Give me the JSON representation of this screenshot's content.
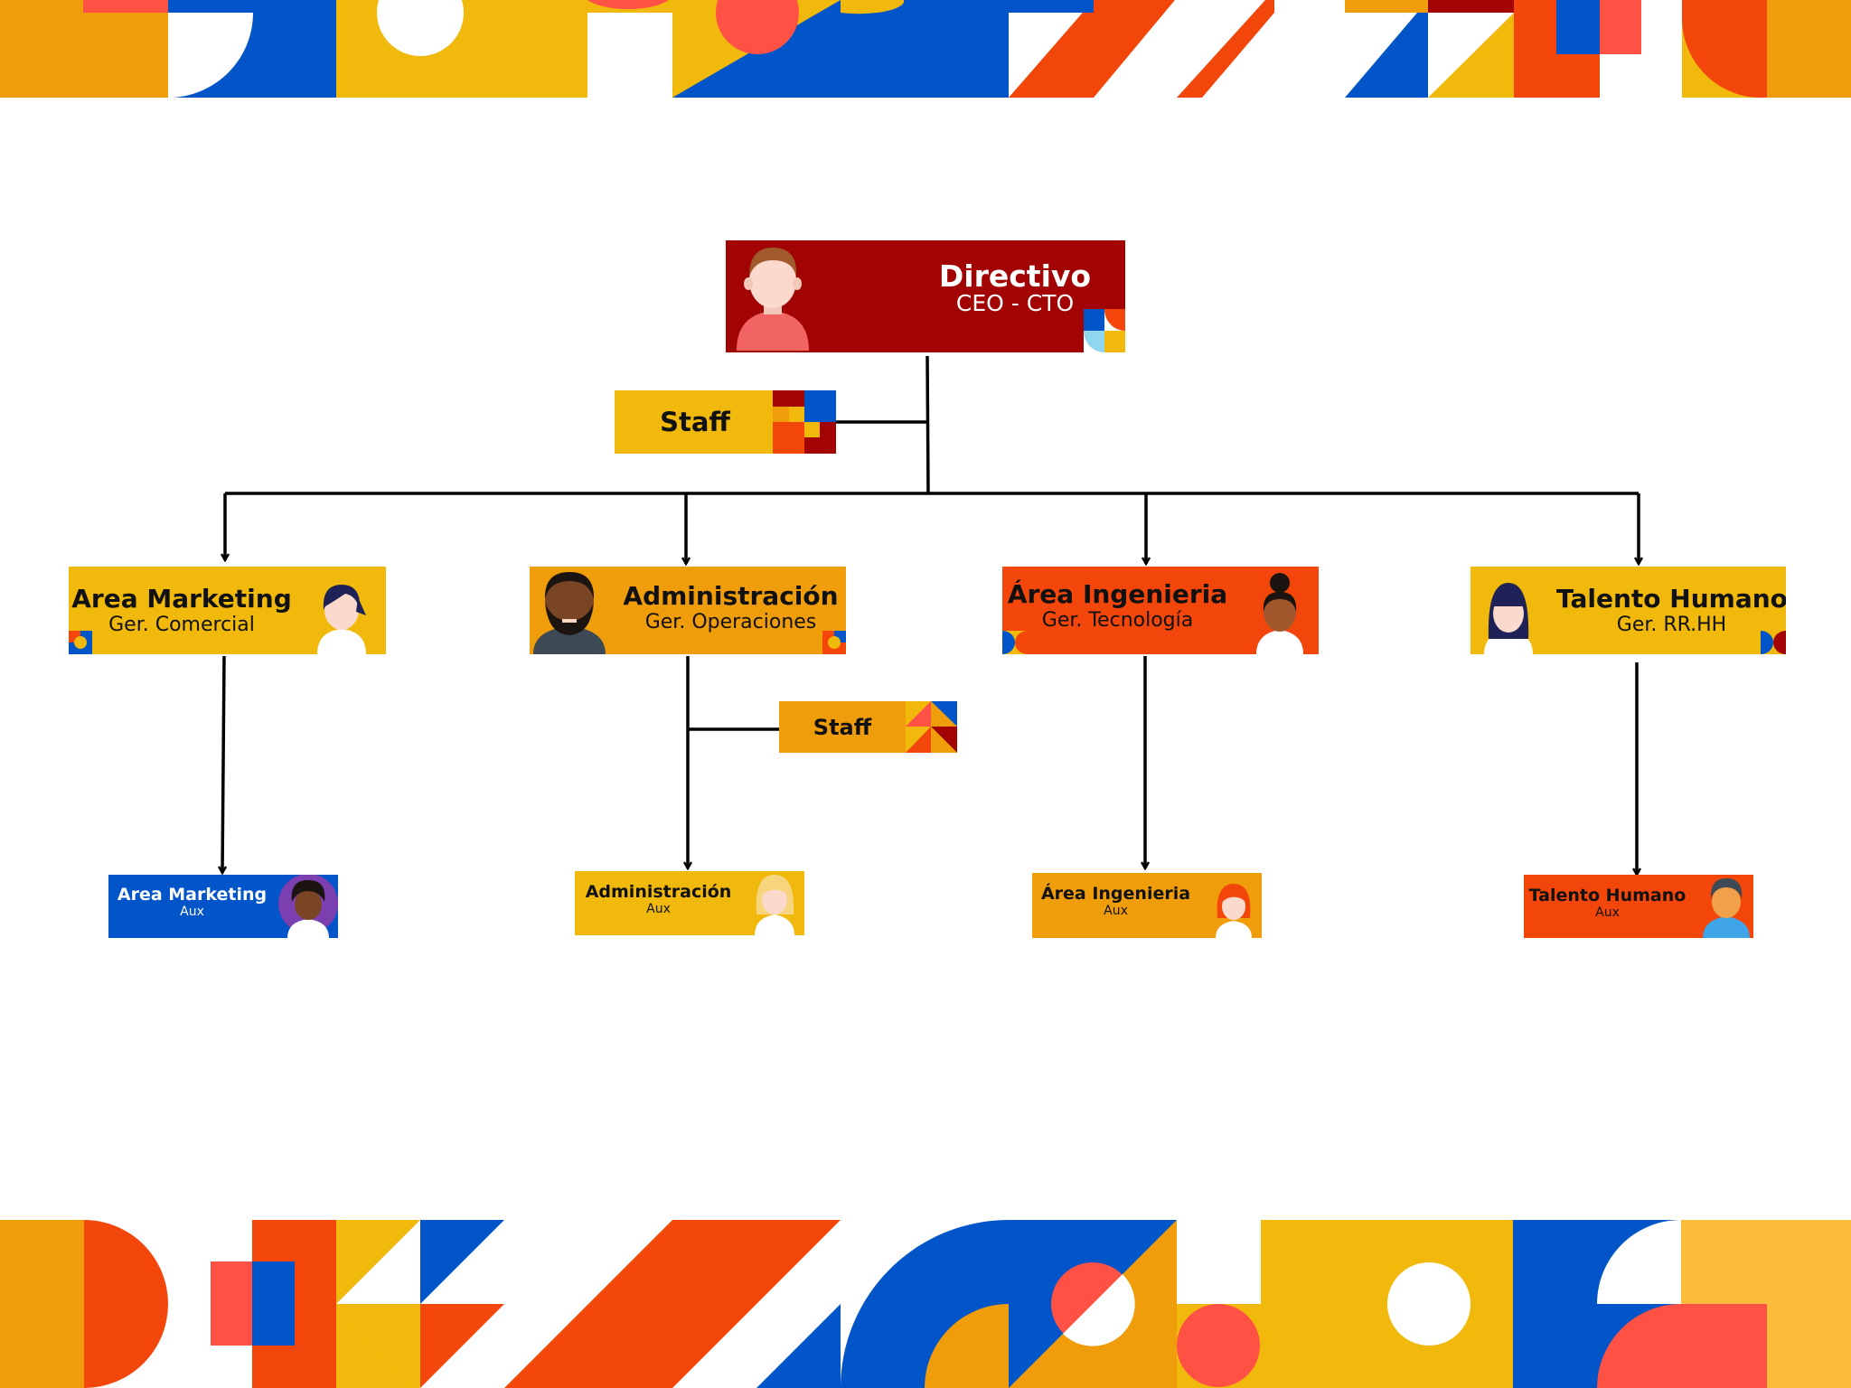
{
  "colors": {
    "dark_red": "#a20303",
    "yellow": "#f0b90b",
    "orange": "#f09d0c",
    "red_orange": "#f2460a",
    "blue": "#0255c8",
    "coral": "#ff5144",
    "light_blue": "#8fd6ef"
  },
  "chart": {
    "root": {
      "title": "Directivo",
      "subtitle": "CEO - CTO",
      "avatar": "man-avatar-icon"
    },
    "staff_top": {
      "label": "Staff"
    },
    "managers": [
      {
        "title": "Area Marketing",
        "subtitle": "Ger. Comercial",
        "avatar": "woman-avatar-icon"
      },
      {
        "title": "Administración",
        "subtitle": "Ger. Operaciones",
        "avatar": "bearded-man-avatar-icon"
      },
      {
        "title": "Área Ingenieria",
        "subtitle": "Ger. Tecnología",
        "avatar": "woman-bun-avatar-icon"
      },
      {
        "title": "Talento Humano",
        "subtitle": "Ger. RR.HH",
        "avatar": "woman-long-hair-avatar-icon"
      }
    ],
    "staff_admin": {
      "label": "Staff"
    },
    "assistants": [
      {
        "title": "Area Marketing",
        "subtitle": "Aux",
        "avatar": "curly-hair-avatar-icon"
      },
      {
        "title": "Administración",
        "subtitle": "Aux",
        "avatar": "blonde-avatar-icon"
      },
      {
        "title": "Área Ingenieria",
        "subtitle": "Aux",
        "avatar": "redhead-avatar-icon"
      },
      {
        "title": "Talento Humano",
        "subtitle": "Aux",
        "avatar": "man-blue-shirt-avatar-icon"
      }
    ]
  }
}
